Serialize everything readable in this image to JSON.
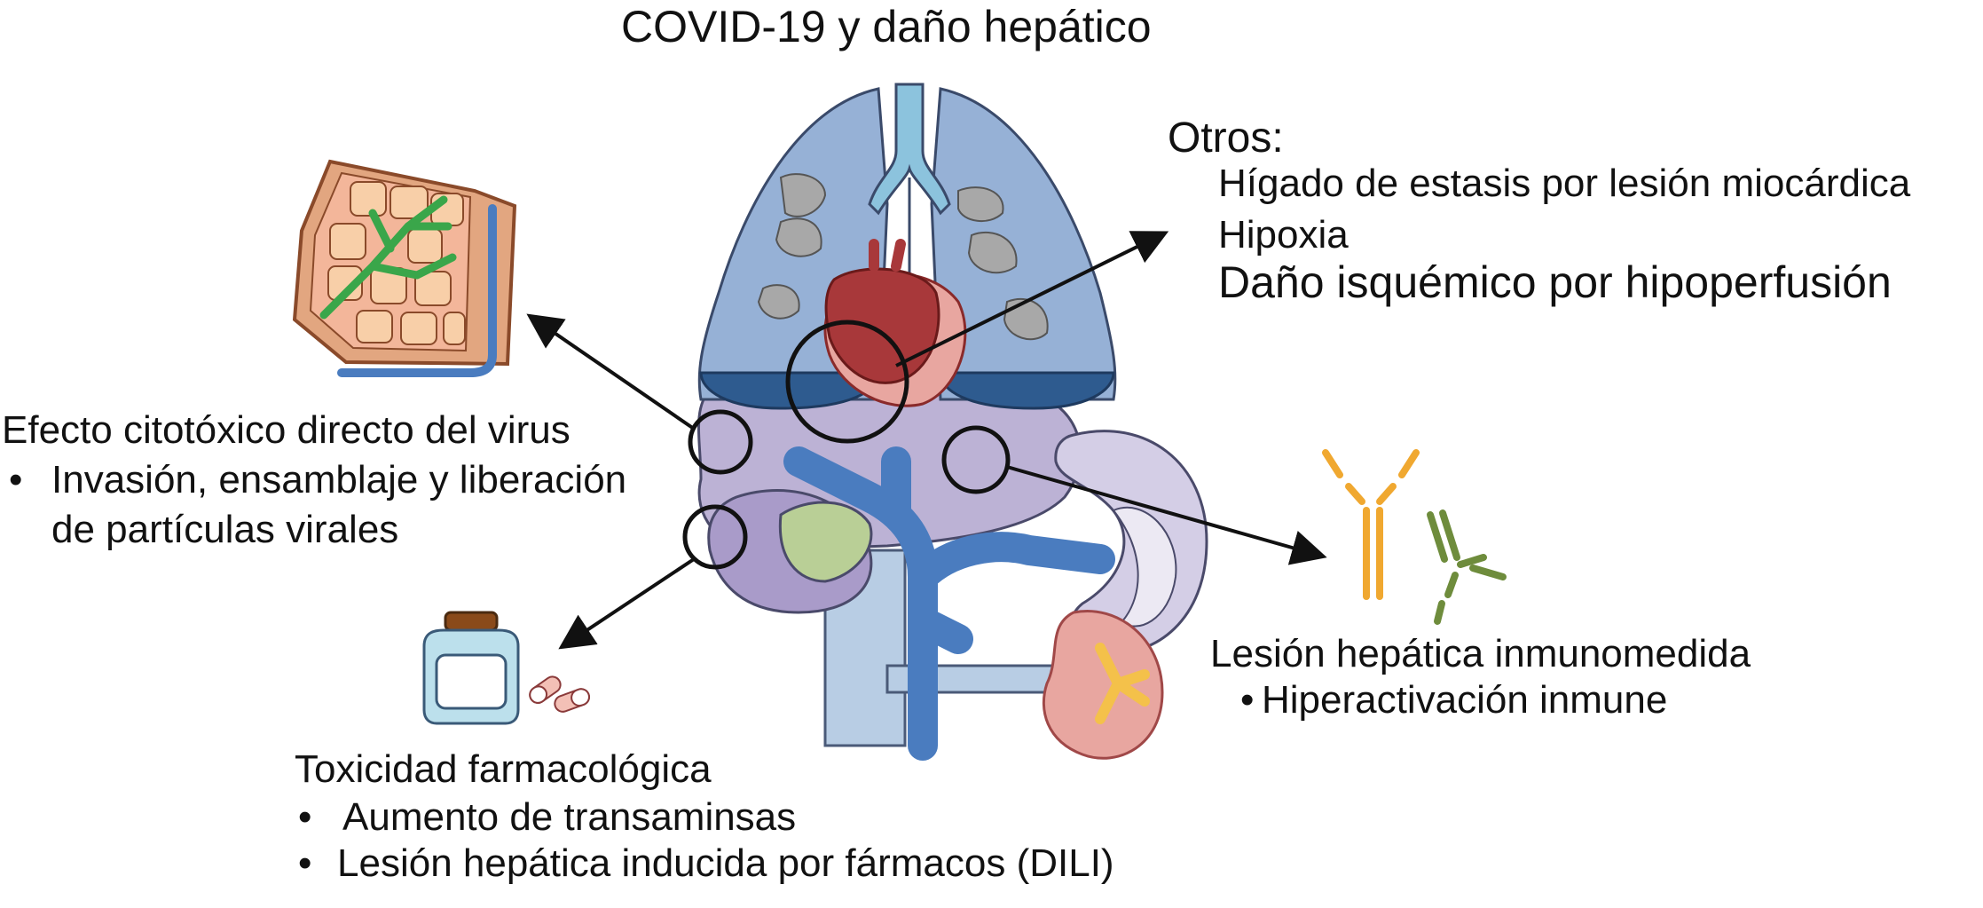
{
  "title": "COVID-19 y daño hepático",
  "otros": {
    "heading": "Otros:",
    "items": [
      "Hígado de estasis por lesión miocárdica",
      "Hipoxia",
      "Daño isquémico por hipoperfusión"
    ]
  },
  "citotoxico": {
    "heading": "Efecto citotóxico directo del virus",
    "bullet": "•",
    "item_line1": "Invasión, ensamblaje y liberación",
    "item_line2": "de partículas virales"
  },
  "inmuno": {
    "heading": "Lesión hepática inmunomedida",
    "bullet": "•",
    "item": "Hiperactivación inmune"
  },
  "toxicidad": {
    "heading": "Toxicidad farmacológica",
    "bullet": "•",
    "items": [
      "Aumento de transaminsas",
      "Lesión hepática inducida por fármacos (DILI)"
    ]
  },
  "colors": {
    "lung": "#96b1d6",
    "lung_dark": "#2e5b8f",
    "trachea": "#8cc3dd",
    "heart": "#a8383a",
    "liver": "#bcb2d5",
    "stomach": "#d4cee6",
    "vein": "#4a7cbf",
    "gallbladder": "#b9cf96",
    "hepatocyte": "#f8cfa8",
    "bile_duct": "#3aa64a",
    "antibody_orange": "#f0a830",
    "antibody_green": "#6e8c3c",
    "kidney": "#e8a6a0"
  }
}
